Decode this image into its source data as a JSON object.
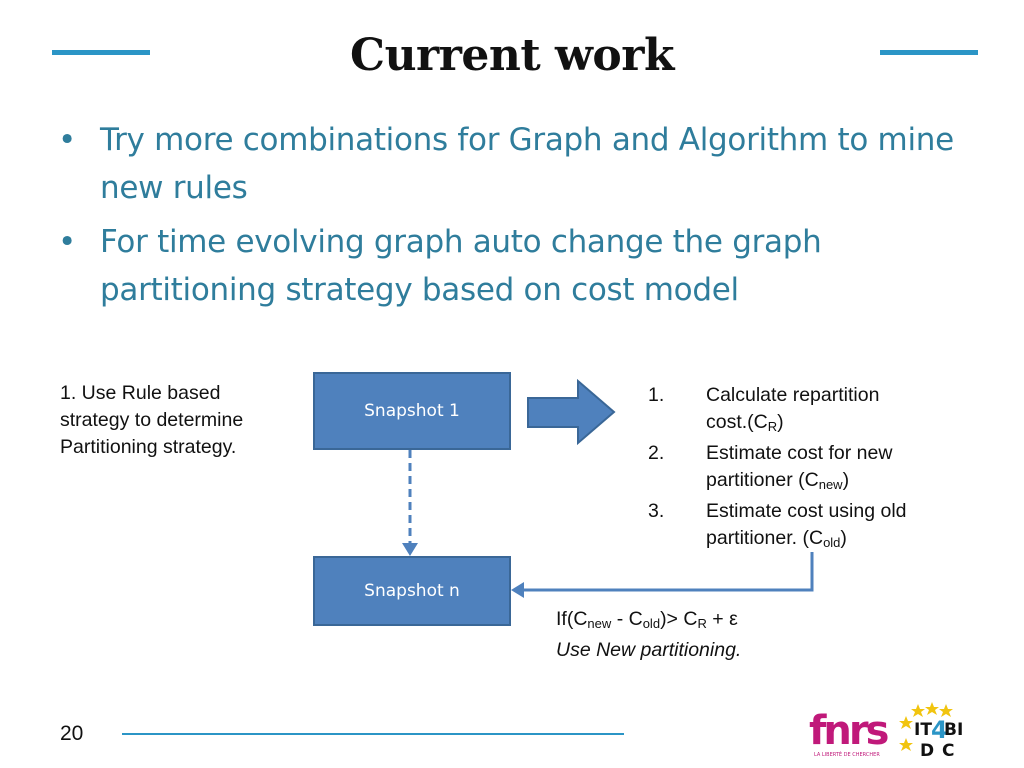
{
  "slide": {
    "title": "Current work",
    "bullets": [
      "Try more combinations for Graph and Algorithm to mine new rules",
      "For time evolving graph auto change the graph partitioning strategy based on cost model"
    ],
    "page_number": "20"
  },
  "diagram": {
    "left_note": [
      "1. Use Rule based",
      "strategy to determine",
      "Partitioning strategy."
    ],
    "snapshot1_label": "Snapshot 1",
    "snapshotn_label": "Snapshot n",
    "steps": [
      {
        "num": "1.",
        "line1": "Calculate repartition",
        "line2_pre": "cost.(C",
        "line2_sub": "R",
        "line2_post": ")"
      },
      {
        "num": "2.",
        "line1": "Estimate cost for new",
        "line2_pre": "partitioner (C",
        "line2_sub": "new",
        "line2_post": ")"
      },
      {
        "num": "3.",
        "line1": "Estimate cost using old",
        "line2_pre": "partitioner. (C",
        "line2_sub": "old",
        "line2_post": ")"
      }
    ],
    "condition": {
      "p1": "If(C",
      "s1": "new",
      "p2": " - C",
      "s2": "old",
      "p3": ")> C",
      "s3": "R",
      "p4": " + ε",
      "line2": "Use New partitioning."
    }
  },
  "logos": {
    "fnrs_tagline": "LA LIBERTÉ DE CHERCHER",
    "fnrs": "fnrs",
    "itbi": "IT4BI-DC"
  },
  "colors": {
    "accent": "#2b95c6",
    "bullet_text": "#2f7d9c",
    "box_fill": "#4f81bd",
    "fnrs_magenta": "#c0197a"
  }
}
